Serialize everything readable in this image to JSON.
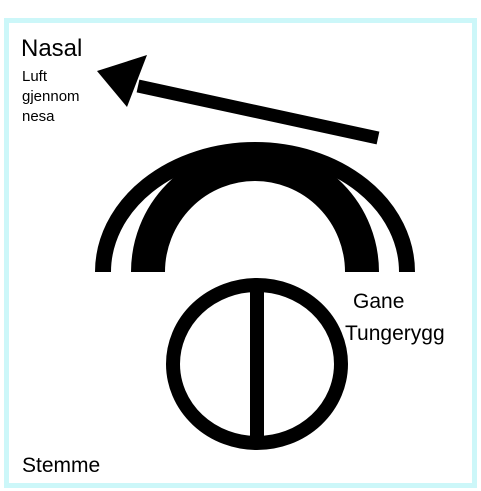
{
  "labels": {
    "nasal_title": "Nasal",
    "nasal_desc": [
      "Luft",
      "gjennom",
      "nesa"
    ],
    "gane": "Gane",
    "tungerygg": "Tungerygg",
    "stemme": "Stemme"
  },
  "colors": {
    "frame_border": "#ccf7f9",
    "ink": "#000000",
    "background": "#ffffff"
  },
  "icons": {
    "arrow": "nasal-airflow-arrow-icon",
    "outer_arc": "palate-arc-icon",
    "inner_arc": "tongue-back-arc-icon",
    "voice_symbol": "voicing-circle-icon"
  }
}
